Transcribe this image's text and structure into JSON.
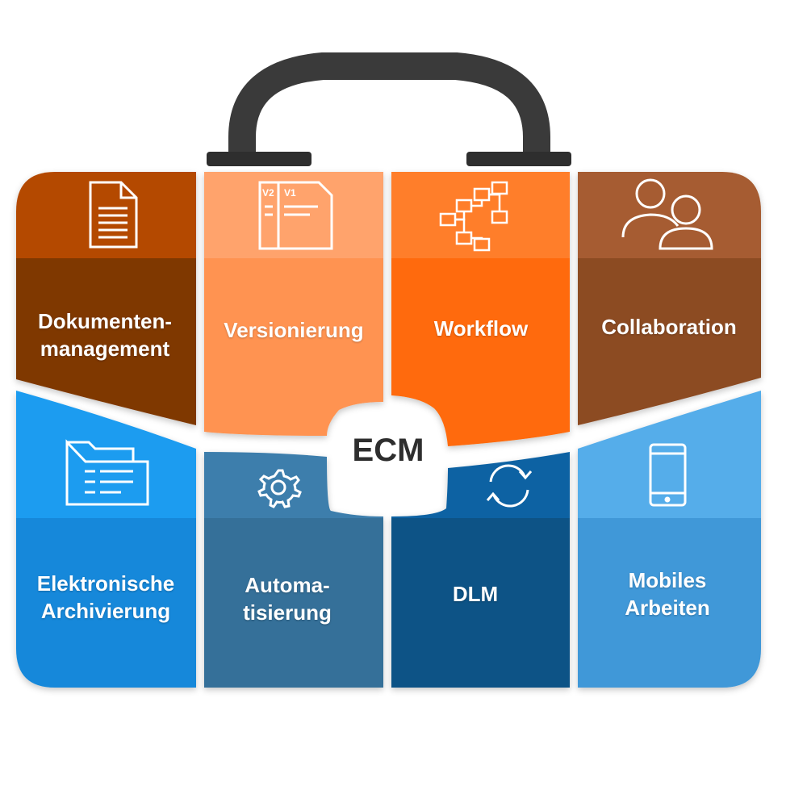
{
  "center_label": "ECM",
  "tiles": [
    {
      "id": "dokumentenmanagement",
      "lines": [
        "Dokumenten-",
        "management"
      ],
      "icon": "document-icon",
      "color_top": "#b44a06",
      "color_bottom": "#7f3704"
    },
    {
      "id": "versionierung",
      "lines": [
        "Versionierung"
      ],
      "icon": "versions-icon",
      "icon_text": [
        "V2",
        "V1"
      ],
      "color_top": "#ffa36c",
      "color_bottom": "#ff9351"
    },
    {
      "id": "workflow",
      "lines": [
        "Workflow"
      ],
      "icon": "workflow-icon",
      "color_top": "#ff7e2a",
      "color_bottom": "#ff6b07"
    },
    {
      "id": "collaboration",
      "lines": [
        "Collaboration"
      ],
      "icon": "people-icon",
      "color_top": "#a65c31",
      "color_bottom": "#8c4b24"
    },
    {
      "id": "archivierung",
      "lines": [
        "Elektronische",
        "Archivierung"
      ],
      "icon": "folder-icon",
      "color_top": "#1a9cf0",
      "color_bottom": "#1488da"
    },
    {
      "id": "automatisierung",
      "lines": [
        "Automa-",
        "tisierung"
      ],
      "icon": "gear-icon",
      "color_top": "#3d7eac",
      "color_bottom": "#346f99"
    },
    {
      "id": "dlm",
      "lines": [
        "DLM"
      ],
      "icon": "cycle-icon",
      "color_top": "#0d62a3",
      "color_bottom": "#0b5286"
    },
    {
      "id": "mobiles-arbeiten",
      "lines": [
        "Mobiles",
        "Arbeiten"
      ],
      "icon": "smartphone-icon",
      "color_top": "#55adea",
      "color_bottom": "#3f98d8"
    }
  ],
  "handle_color": "#3a3a3a"
}
